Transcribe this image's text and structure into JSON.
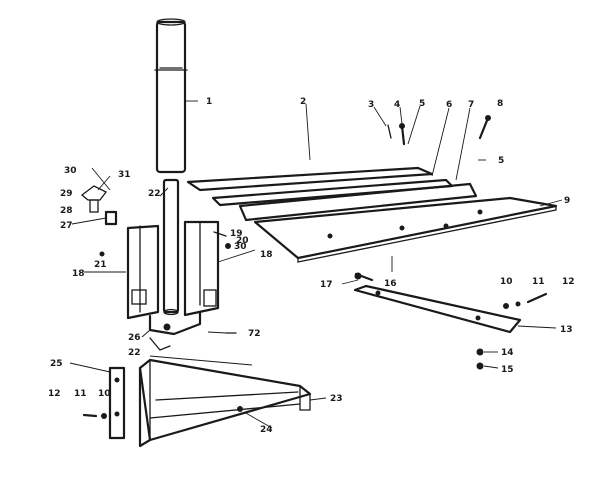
{
  "callouts": {
    "c1": "1",
    "c2": "2",
    "c3": "3",
    "c4": "4",
    "c5a": "5",
    "c5b": "5",
    "c6": "6",
    "c7": "7",
    "c8": "8",
    "c9": "9",
    "c10a": "10",
    "c10b": "10",
    "c11a": "11",
    "c11b": "11",
    "c12a": "12",
    "c12b": "12",
    "c13": "13",
    "c14": "14",
    "c15": "15",
    "c16": "16",
    "c17": "17",
    "c18a": "18",
    "c18b": "18",
    "c19": "19",
    "c20": "20",
    "c21": "21",
    "c22a": "22",
    "c22b": "22",
    "c23": "23",
    "c24": "24",
    "c25": "25",
    "c26": "26",
    "c27": "27",
    "c28": "28",
    "c29": "29",
    "c30a": "30",
    "c30b": "30",
    "c31": "31",
    "c72": "72"
  }
}
